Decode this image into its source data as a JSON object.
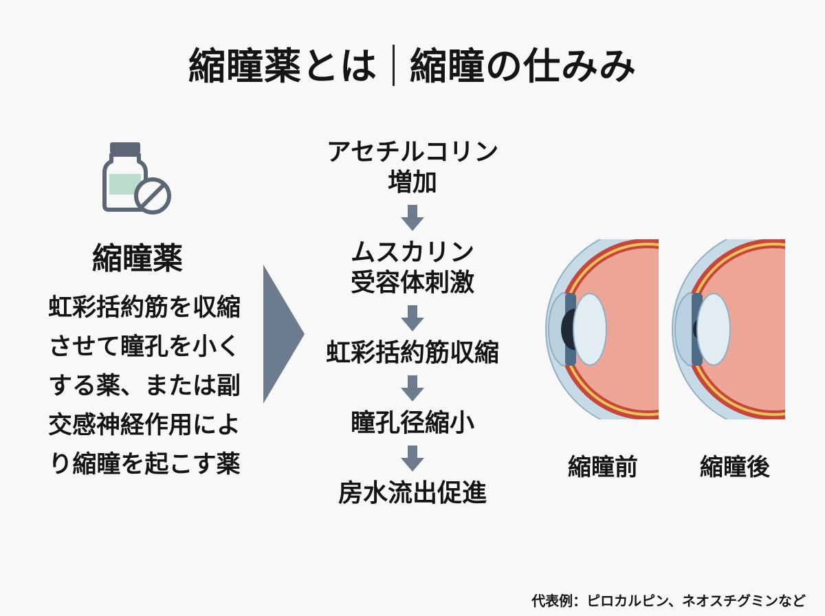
{
  "header": {
    "title_left": "縮瞳薬とは",
    "title_right": "縮瞳の仕みみ"
  },
  "definition": {
    "drug_name": "縮瞳薬",
    "description_lines": [
      "虹彩括約筋を収縮",
      "させて瞳孔を小く",
      "する薬、または副",
      "交感神経作用によ",
      "り縮瞳を起こす薬"
    ],
    "icon": "medicine-bottle-and-pill-icon"
  },
  "mechanism": {
    "steps": [
      {
        "lines": [
          "アセチルコリン",
          "増加"
        ]
      },
      {
        "lines": [
          "ムスカリン",
          "受容体刺激"
        ]
      },
      {
        "lines": [
          "虹彩括約筋収縮"
        ]
      },
      {
        "lines": [
          "瞳孔径縮小"
        ]
      },
      {
        "lines": [
          "房水流出促進"
        ]
      }
    ]
  },
  "eyes": {
    "before_label": "縮瞳前",
    "after_label": "縮瞳後"
  },
  "footnote": "代表例：ピロカルピン、ネオスチグミンなど",
  "colors": {
    "arrow": "#6c7b8d",
    "chevron": "#6c7b8d",
    "icon_outline": "#5c6674",
    "icon_liquid": "#b9dccd",
    "sclera": "#c7dbe6",
    "eye_flesh": "#eda596",
    "eye_red": "#c8453c",
    "eye_yellow": "#e8c35a",
    "iris": "#4d6b86",
    "lens": "#e2edf3"
  }
}
